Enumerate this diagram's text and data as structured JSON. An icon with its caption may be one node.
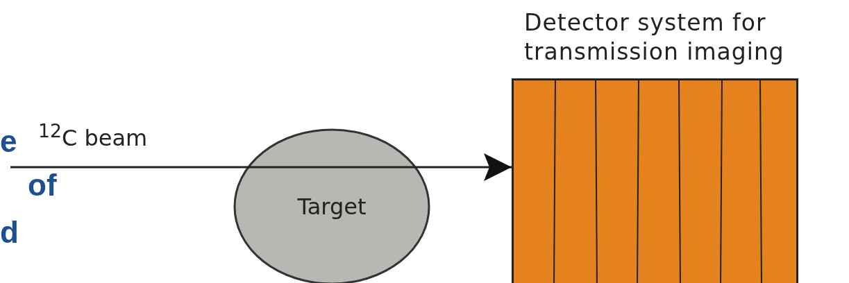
{
  "diagram": {
    "nodes": [
      {
        "text": [
          "Target"
        ]
      },
      {
        "text": [
          "Detector system for transmission imaging"
        ]
      }
    ],
    "edges": [
      {
        "from": null,
        "to": 1,
        "arrow": "to",
        "label": "$^{12}$C beam"
      }
    ],
    "labels": [
      "e",
      "of",
      "d"
    ]
  }
}
